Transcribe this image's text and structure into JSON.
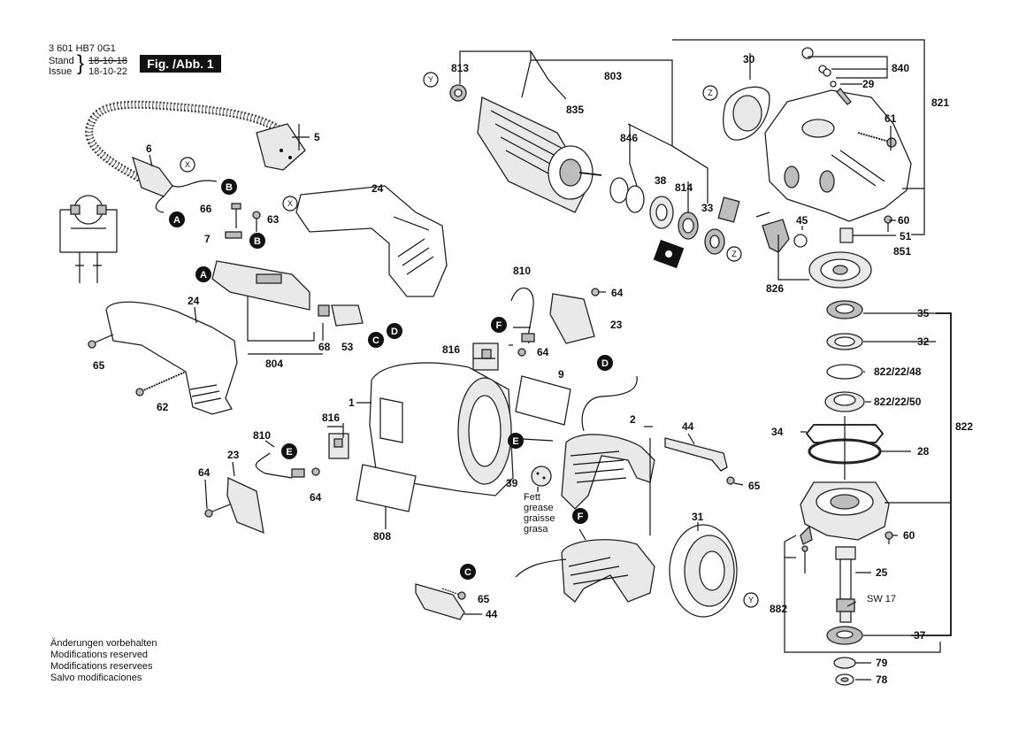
{
  "header": {
    "part_number": "3 601 HB7 0G1",
    "stand_label": "Stand",
    "issue_label": "Issue",
    "old_date": "18-10-18",
    "date": "18-10-22",
    "figure_label": "Fig. /Abb. 1"
  },
  "footer": {
    "lines": [
      "Änderungen vorbehalten",
      "Modifications reserved",
      "Modifications reservees",
      "Salvo modificaciones"
    ]
  },
  "grease_note": [
    "Fett",
    "grease",
    "graisse",
    "grasa"
  ],
  "spanner_size": "SW 17",
  "callouts": {
    "c_A1": "A",
    "c_A2": "A",
    "c_B1": "B",
    "c_B2": "B",
    "c_C1": "C",
    "c_C2": "C",
    "c_D1": "D",
    "c_D2": "D",
    "c_E1": "E",
    "c_E2": "E",
    "c_F1": "F",
    "c_F2": "F",
    "c_X1": "X",
    "c_X2": "X",
    "c_Y1": "Y",
    "c_Y2": "Y",
    "c_Z1": "Z",
    "c_Z2": "Z"
  },
  "parts": {
    "p5": "5",
    "p6": "6",
    "p24a": "24",
    "p24b": "24",
    "p66": "66",
    "p63": "63",
    "p7": "7",
    "p68": "68",
    "p53": "53",
    "p804": "804",
    "p65a": "65",
    "p62": "62",
    "p813": "813",
    "p803": "803",
    "p835": "835",
    "p846": "846",
    "p38": "38",
    "p814": "814",
    "p33": "33",
    "p30": "30",
    "p840": "840",
    "p29": "29",
    "p821": "821",
    "p61": "61",
    "p45": "45",
    "p60a": "60",
    "p51": "51",
    "p851": "851",
    "p826": "826",
    "p810a": "810",
    "p64a": "64",
    "p23a": "23",
    "p816a": "816",
    "p64b": "64",
    "p9": "9",
    "p1": "1",
    "p816b": "816",
    "p810b": "810",
    "p23b": "23",
    "p64c": "64",
    "p64d": "64",
    "p808": "808",
    "p39": "39",
    "p2": "2",
    "p44a": "44",
    "p65b": "65",
    "p31": "31",
    "p65c": "65",
    "p44b": "44",
    "p35": "35",
    "p32": "32",
    "p822_48": "822/22/48",
    "p822_50": "822/22/50",
    "p34": "34",
    "p28": "28",
    "p822": "822",
    "p60b": "60",
    "p25": "25",
    "p882": "882",
    "p37": "37",
    "p79": "79",
    "p78": "78"
  }
}
